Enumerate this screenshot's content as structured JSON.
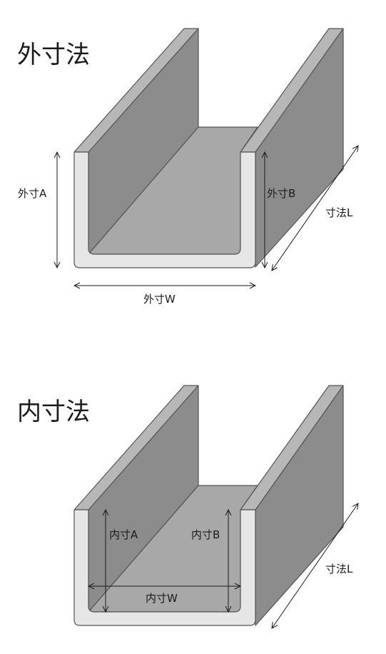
{
  "outer": {
    "title": "外寸法",
    "label_a": "外寸A",
    "label_b": "外寸B",
    "label_w": "外寸W",
    "label_l": "寸法L"
  },
  "inner": {
    "title": "内寸法",
    "label_a": "内寸A",
    "label_b": "内寸B",
    "label_w": "内寸W",
    "label_l": "寸法L"
  },
  "colors": {
    "rim": "#b7b7b7",
    "inner_face": "#d9d9d9",
    "wall_dark": "#8c8c8c",
    "floor": "#a8a8a8",
    "front_face": "#e6e6e6"
  }
}
